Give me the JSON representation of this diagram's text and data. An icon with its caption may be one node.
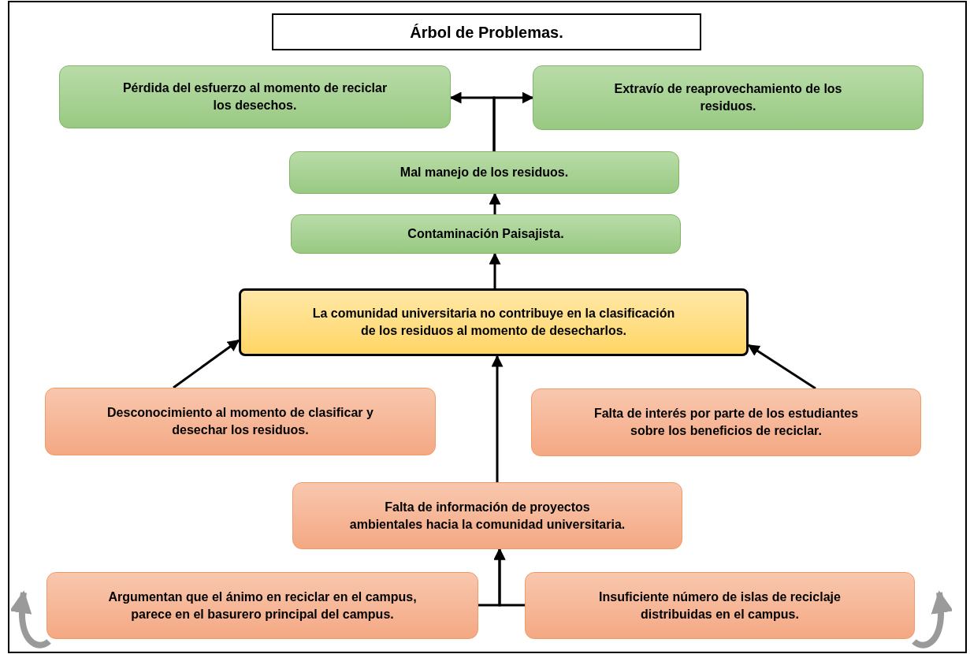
{
  "diagram": {
    "title": "Árbol de Problemas.",
    "nodes": [
      {
        "text": [
          "Pérdida del esfuerzo al momento de reciclar los desechos."
        ]
      },
      {
        "text": [
          "Extravío de reaprovechamiento de los residuos."
        ]
      },
      {
        "text": [
          "Mal manejo de los residuos."
        ]
      },
      {
        "text": [
          "Contaminación Paisajista."
        ]
      },
      {
        "text": [
          "La comunidad universitaria no contribuye en la clasificación de los residuos al momento de desecharlos."
        ]
      },
      {
        "text": [
          "Desconocimiento al momento de clasificar y desechar los residuos."
        ]
      },
      {
        "text": [
          "Falta de interés por parte de los estudiantes sobre los beneficios de reciclar."
        ]
      },
      {
        "text": [
          "Falta de información de proyectos ambientales hacia la comunidad universitaria."
        ]
      },
      {
        "text": [
          "Argumentan que el ánimo en reciclar en el campus, parece en el basurero principal del campus."
        ]
      },
      {
        "text": [
          "Insuficiente número de islas de reciclaje distribuidas en el campus."
        ]
      }
    ],
    "edges": [
      {
        "from": 2,
        "to": 0,
        "arrow": "to"
      },
      {
        "from": 2,
        "to": 1,
        "arrow": "to"
      },
      {
        "from": 3,
        "to": 2,
        "arrow": "to"
      },
      {
        "from": 4,
        "to": 3,
        "arrow": "to"
      },
      {
        "from": 5,
        "to": 4,
        "arrow": "to"
      },
      {
        "from": 6,
        "to": 4,
        "arrow": "to"
      },
      {
        "from": 7,
        "to": 4,
        "arrow": "to"
      },
      {
        "from": 8,
        "to": 7,
        "arrow": "to"
      },
      {
        "from": 9,
        "to": 7,
        "arrow": "to"
      }
    ]
  }
}
